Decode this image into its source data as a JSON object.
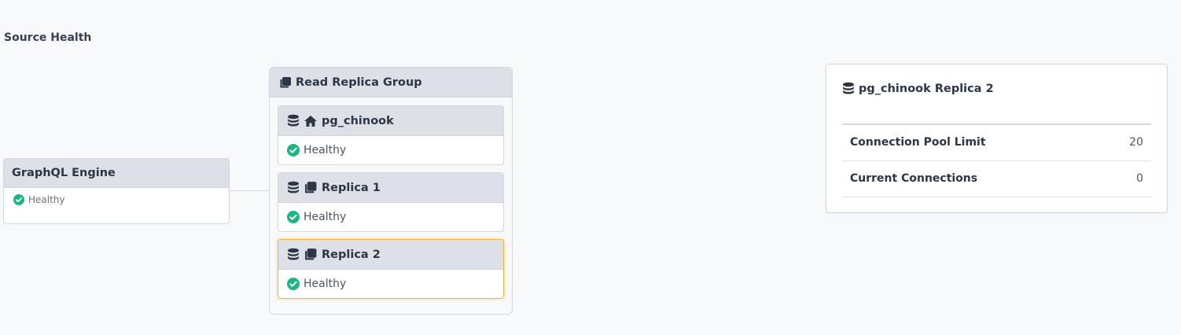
{
  "page": {
    "title": "Source Health"
  },
  "engine": {
    "title": "GraphQL Engine",
    "status": "Healthy"
  },
  "replica_group": {
    "title": "Read Replica Group",
    "nodes": [
      {
        "name": "pg_chinook",
        "role_icon": "home-icon",
        "status": "Healthy"
      },
      {
        "name": "Replica 1",
        "role_icon": "copy-icon",
        "status": "Healthy"
      },
      {
        "name": "Replica 2",
        "role_icon": "copy-icon",
        "status": "Healthy",
        "selected": true
      }
    ]
  },
  "details": {
    "title": "pg_chinook Replica 2",
    "rows": [
      {
        "label": "Connection Pool Limit",
        "value": "20"
      },
      {
        "label": "Current Connections",
        "value": "0"
      }
    ]
  },
  "colors": {
    "healthy": "#1db584",
    "selected_border": "#f3b43a",
    "header_bg": "#dde1e7"
  }
}
